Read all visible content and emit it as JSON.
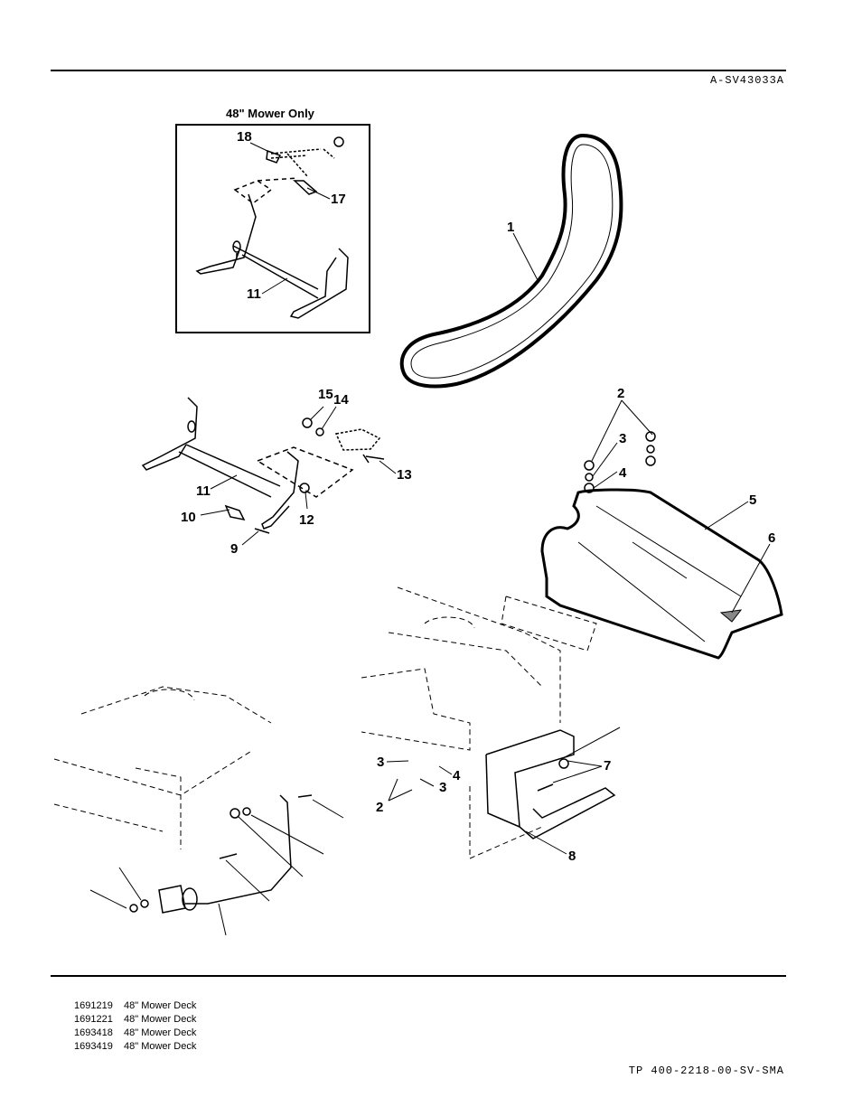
{
  "header": {
    "diagram_code": "A-SV43033A"
  },
  "inset": {
    "title": "48\" Mower Only"
  },
  "callouts": {
    "c1": "1",
    "c2": "2",
    "c3": "3",
    "c4": "4",
    "c5": "5",
    "c6": "6",
    "c7": "7",
    "c8": "8",
    "c9": "9",
    "c10": "10",
    "c11": "11",
    "c12": "12",
    "c13": "13",
    "c14": "14",
    "c15": "15",
    "c17": "17",
    "c18": "18"
  },
  "models": [
    {
      "part_number": "1691219",
      "description": "48\" Mower Deck"
    },
    {
      "part_number": "1691221",
      "description": "48\" Mower Deck"
    },
    {
      "part_number": "1693418",
      "description": "48\" Mower Deck"
    },
    {
      "part_number": "1693419",
      "description": "48\" Mower Deck"
    }
  ],
  "footer": {
    "document_code": "TP 400-2218-00-SV-SMA"
  }
}
